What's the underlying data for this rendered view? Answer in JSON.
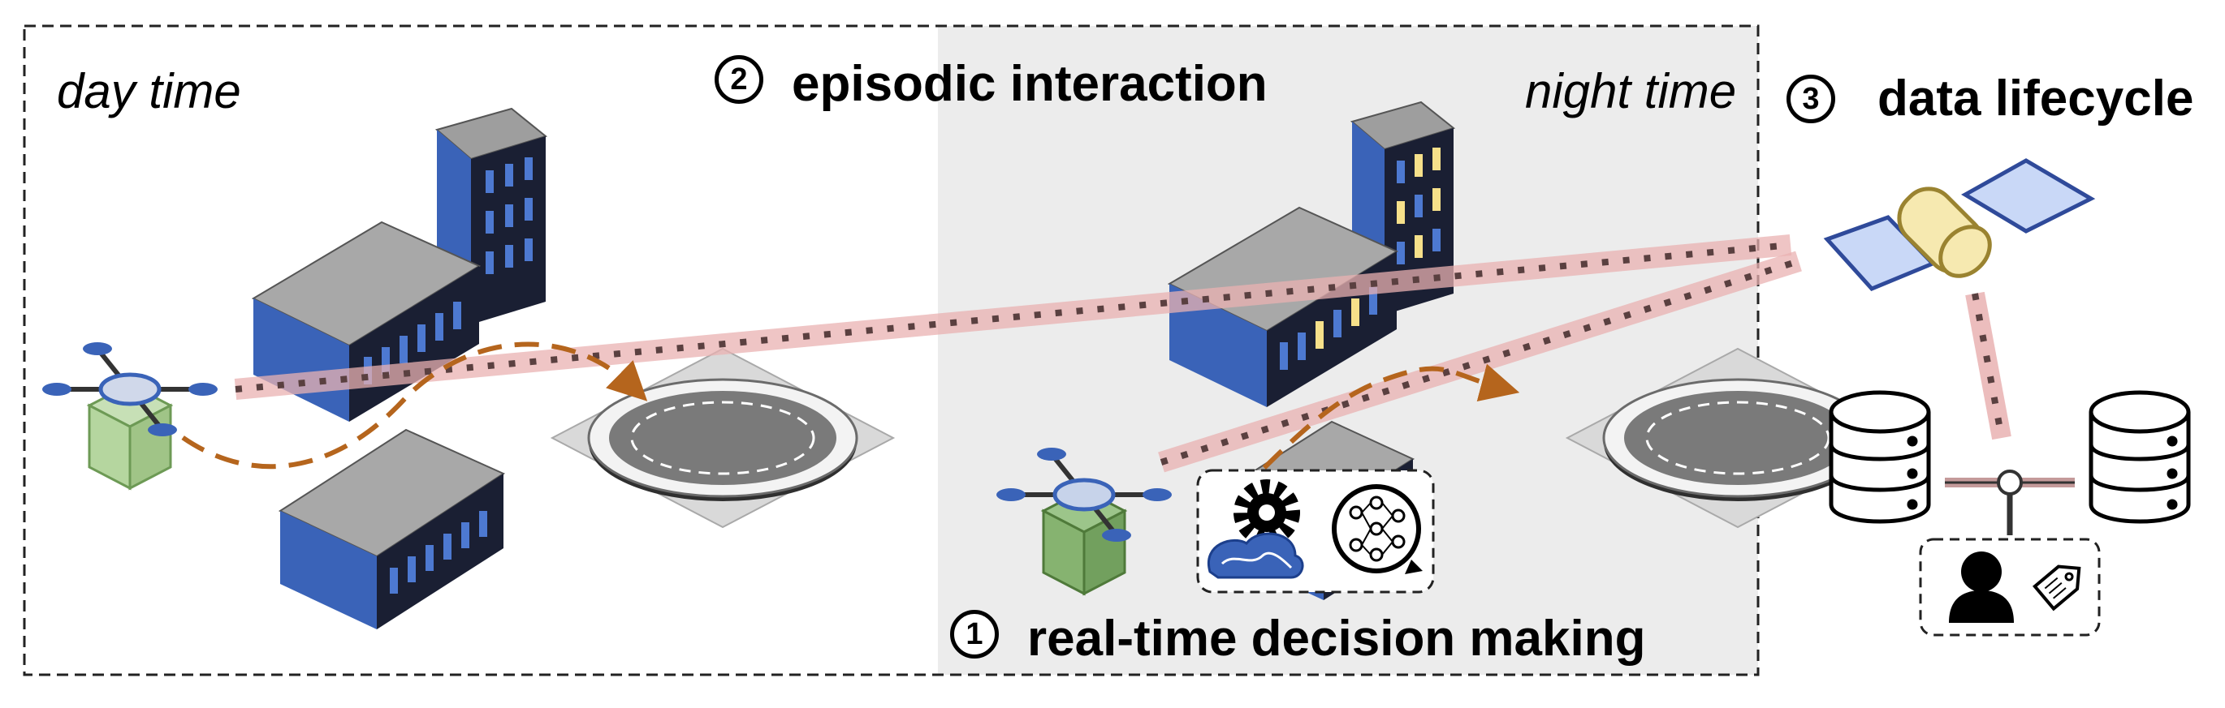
{
  "labels": {
    "day_time": "day time",
    "night_time": "night time",
    "episodic_interaction": "episodic interaction",
    "realtime_decision": "real-time decision making",
    "data_lifecycle": "data lifecycle"
  },
  "markers": {
    "one": "1",
    "two": "2",
    "three": "3"
  },
  "colors": {
    "building_blue": "#3a63b8",
    "building_dark": "#1a1f33",
    "night_bg": "#ececec",
    "link_pink": "#e9b2b2",
    "trajectory_orange": "#b5651d",
    "box_green": "#9cc58a",
    "satellite_panel": "#c9d8f7",
    "satellite_body": "#f6e9b0"
  }
}
